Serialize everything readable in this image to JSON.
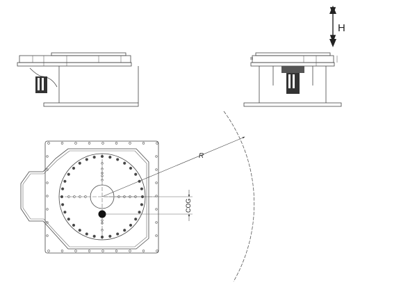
{
  "labels": {
    "height": "H",
    "radius": "R",
    "center_of_gravity": "COG"
  },
  "colors": {
    "line": "#444444",
    "background": "#ffffff"
  }
}
